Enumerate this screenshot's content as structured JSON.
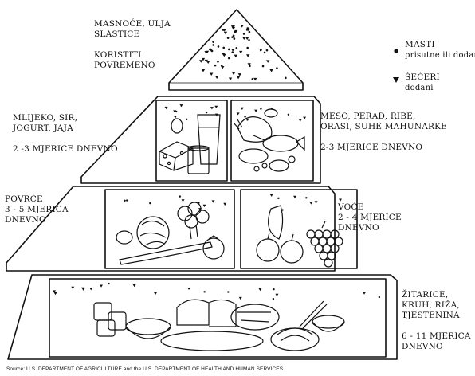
{
  "labels": {
    "fats": {
      "l1": "MASNOĆE, ULJA",
      "l2": "SLASTICE",
      "l3": "KORISTITI",
      "l4": "POVREMENO"
    },
    "dairy": {
      "l1": "MLIJEKO, SIR,",
      "l2": "JOGURT, JAJA",
      "l3": "2 -3 MJERICE DNEVNO"
    },
    "meat": {
      "l1": "MESO, PERAD, RIBE,",
      "l2": "ORASI, SUHE MAHUNARKE",
      "l3": "2-3 MJERICE DNEVNO"
    },
    "veg": {
      "l1": "POVRĆE",
      "l2": "3 - 5 MJERICA",
      "l3": "DNEVNO"
    },
    "fruit": {
      "l1": "VOĆE",
      "l2": "2 - 4 MJERICE",
      "l3": "DNEVNO"
    },
    "grain": {
      "l1": "ŽITARICE,",
      "l2": "KRUH, RIŽA,",
      "l3": "TJESTENINA",
      "l4": "6 - 11 MJERICA",
      "l5": "DNEVNO"
    }
  },
  "legend": {
    "fat": {
      "title": "MASTI",
      "sub": "prisutne ili dodane"
    },
    "sugar": {
      "title": "ŠEĆERI",
      "sub": "dodani"
    }
  },
  "source": "Source: U.S. DEPARTMENT OF AGRICULTURE and the U.S. DEPARTMENT OF HEALTH AND HUMAN SERVICES."
}
